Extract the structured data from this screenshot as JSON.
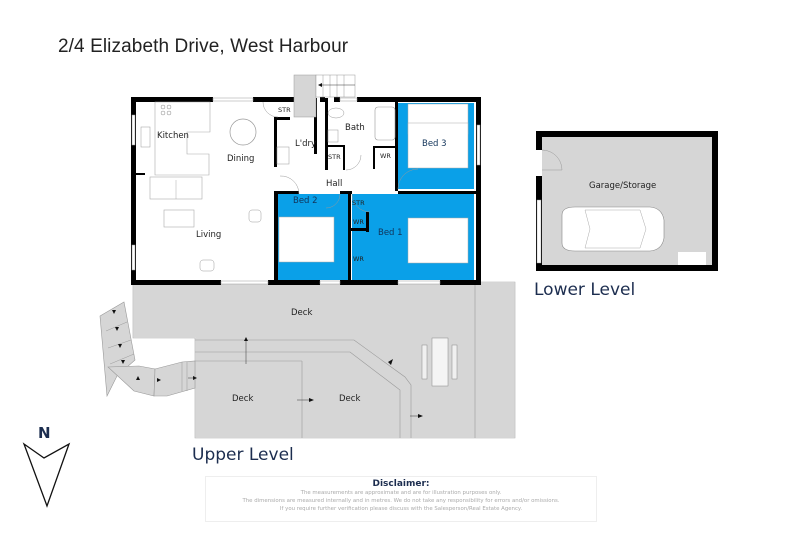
{
  "title": "2/4 Elizabeth Drive, West Harbour",
  "colors": {
    "bedroom": "#0aa0e8",
    "deck": "#d6d6d6",
    "garage": "#d6d6d6",
    "wall": "#000000",
    "level_label": "#1c2d4f"
  },
  "levels": {
    "upper": {
      "label": "Upper Level",
      "rooms": {
        "kitchen": "Kitchen",
        "dining": "Dining",
        "living": "Living",
        "laundry": "L'dry",
        "bath": "Bath",
        "hall": "Hall",
        "bed1": "Bed 1",
        "bed2": "Bed 2",
        "bed3": "Bed 3",
        "str_laundry": "STR",
        "str_hall": "STR",
        "str_bed": "STR",
        "wr_bed3": "WR",
        "wr_bed2": "WR",
        "wr_bed1": "WR",
        "deck_main": "Deck",
        "deck_left": "Deck",
        "deck_right": "Deck"
      }
    },
    "lower": {
      "label": "Lower Level",
      "rooms": {
        "garage": "Garage/Storage"
      }
    }
  },
  "compass": {
    "label": "N"
  },
  "disclaimer": {
    "heading": "Disclaimer:",
    "lines": [
      "The measurements are approximate and are for illustration purposes only.",
      "The dimensions are measured internally and in metres. We do not take any responsibility for errors and/or omissions.",
      "If you require further verification please discuss with the Salesperson/Real Estate Agency."
    ]
  }
}
